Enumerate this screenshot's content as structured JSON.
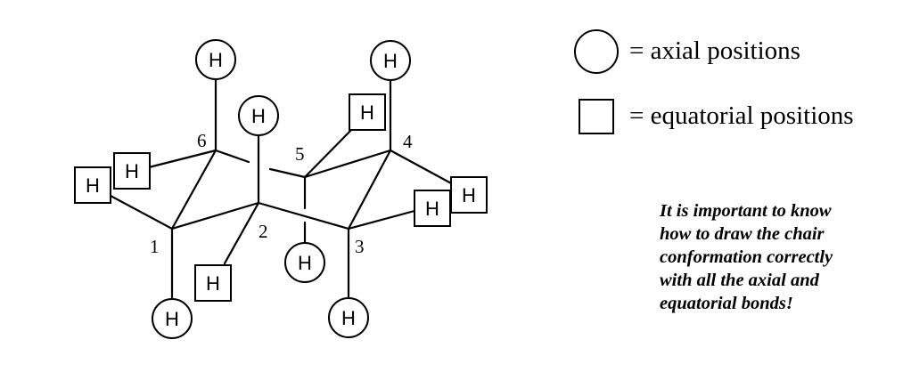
{
  "diagram": {
    "atom_label": "H",
    "carbon_numbers": [
      "1",
      "2",
      "3",
      "4",
      "5",
      "6"
    ]
  },
  "legend": {
    "axial": "= axial positions",
    "equatorial": "= equatorial positions"
  },
  "note": {
    "lines": [
      "It is important to know",
      "how to draw the chair",
      "conformation correctly",
      "with all the axial and",
      "equatorial bonds!"
    ]
  }
}
